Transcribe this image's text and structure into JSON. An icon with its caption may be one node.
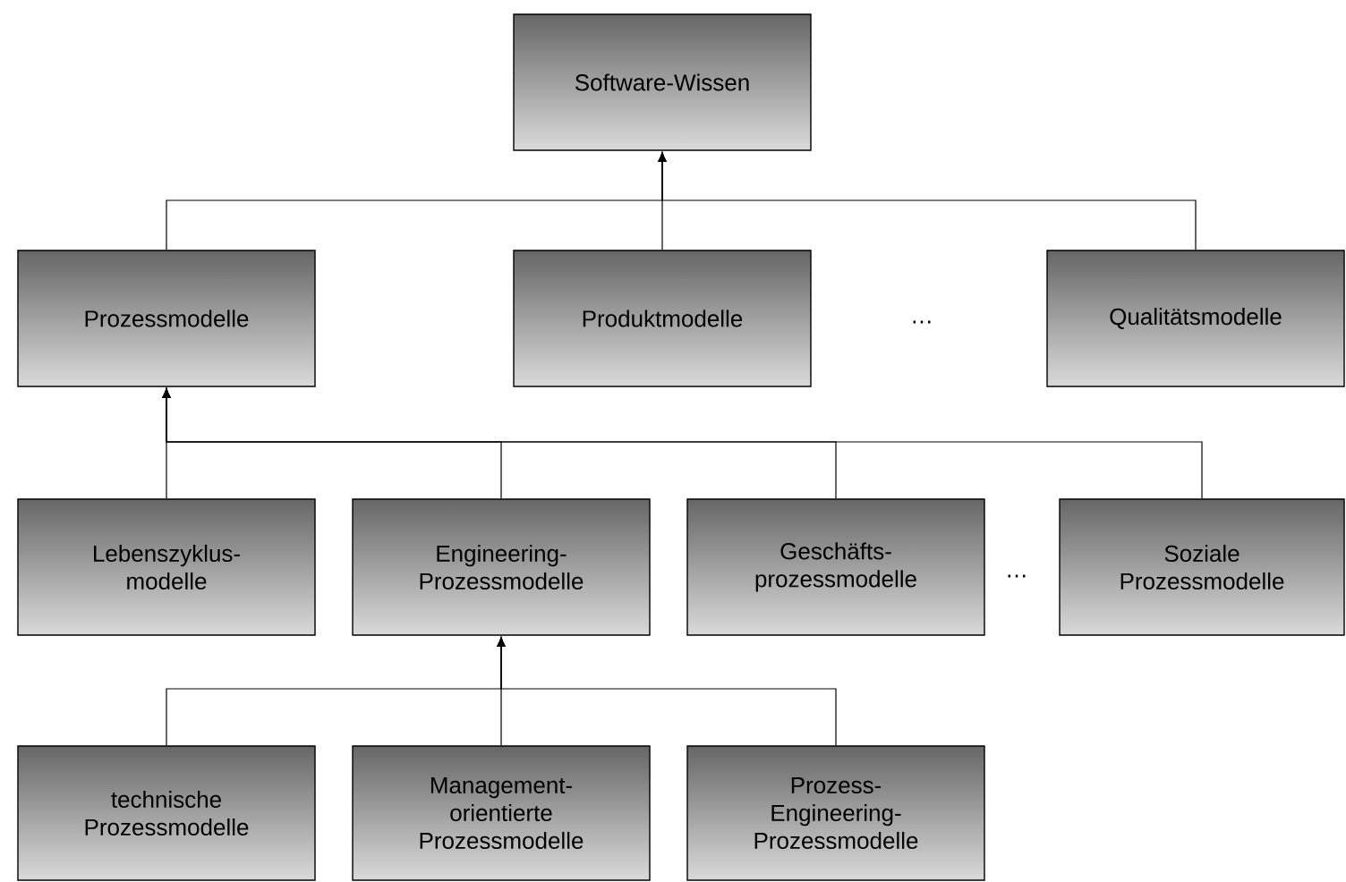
{
  "diagram": {
    "nodes": [
      {
        "text": [
          "Software-Wissen"
        ]
      },
      {
        "text": [
          "Prozessmodelle"
        ]
      },
      {
        "text": [
          "Produktmodelle"
        ]
      },
      {
        "text": [
          "Qualitätsmodelle"
        ]
      },
      {
        "text": [
          "Lebenszyklus- modelle"
        ]
      },
      {
        "text": [
          "Engineering- Prozessmodelle"
        ]
      },
      {
        "text": [
          "Geschäfts- prozessmodelle"
        ]
      },
      {
        "text": [
          "Soziale Prozessmodelle"
        ]
      },
      {
        "text": [
          "technische Prozessmodelle"
        ]
      },
      {
        "text": [
          "Management- orientierte Prozessmodelle"
        ]
      },
      {
        "text": [
          "Prozess- Engineering- Prozessmodelle"
        ]
      }
    ],
    "edges": [
      {
        "from": 1,
        "to": 0,
        "arrow": "to"
      },
      {
        "from": 2,
        "to": 0,
        "arrow": "to"
      },
      {
        "from": 3,
        "to": 0,
        "arrow": "to"
      },
      {
        "from": 4,
        "to": 1,
        "arrow": "to"
      },
      {
        "from": 5,
        "to": 1,
        "arrow": "to"
      },
      {
        "from": 6,
        "to": 1,
        "arrow": "to"
      },
      {
        "from": 7,
        "to": 1,
        "arrow": "to"
      },
      {
        "from": 8,
        "to": 5,
        "arrow": "to"
      },
      {
        "from": 9,
        "to": 5,
        "arrow": "to"
      },
      {
        "from": 10,
        "to": 5,
        "arrow": "to"
      }
    ],
    "labels": [
      "…",
      "…"
    ]
  }
}
